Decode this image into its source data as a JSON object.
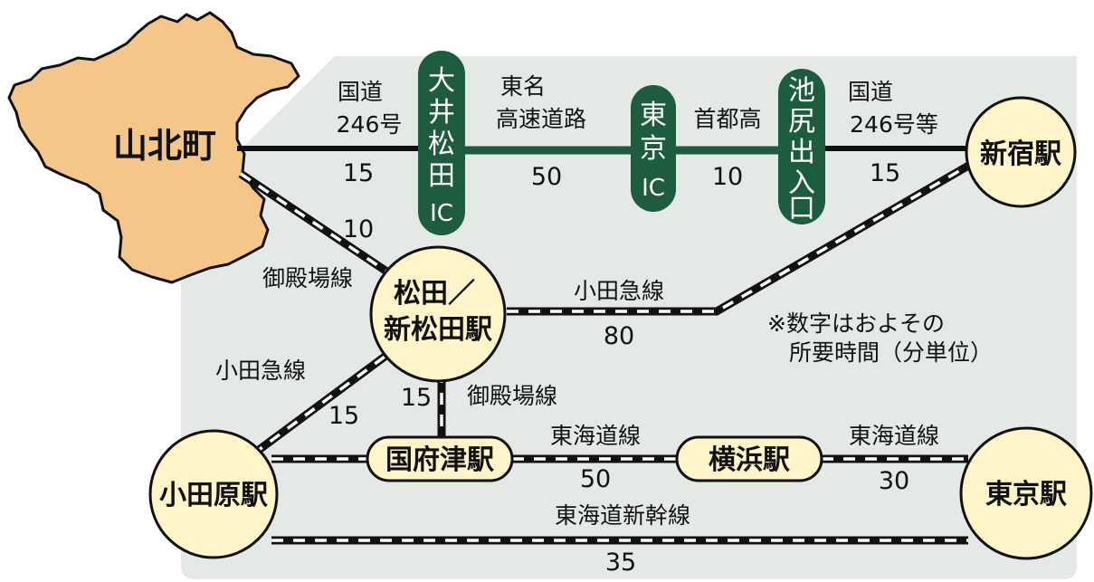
{
  "colors": {
    "background_panel": "#e4e9e6",
    "town_fill": "#f5c68a",
    "station_fill": "#fff5c8",
    "ic_fill": "#1d5c3e",
    "line_dark": "#111111"
  },
  "town": {
    "name": "山北町"
  },
  "stations": {
    "shinjuku": "新宿駅",
    "matsuda_line1": "松田／",
    "matsuda_line2": "新松田駅",
    "odawara": "小田原駅",
    "kozu": "国府津駅",
    "yokohama": "横浜駅",
    "tokyo": "東京駅"
  },
  "interchanges": {
    "oi_matsuda": [
      "大",
      "井",
      "松",
      "田",
      "IC"
    ],
    "tokyo_ic": [
      "東",
      "京",
      "IC"
    ],
    "ikejiri": [
      "池",
      "尻",
      "出",
      "入",
      "口"
    ]
  },
  "road_labels": {
    "route246_a_line1": "国道",
    "route246_a_line2": "246号",
    "tomei_line1": "東名",
    "tomei_line2": "高速道路",
    "shuto": "首都高",
    "route246_b_line1": "国道",
    "route246_b_line2": "246号等"
  },
  "rail_labels": {
    "gotemba_upper": "御殿場線",
    "odakyu_upper": "小田急線",
    "odakyu_lower": "小田急線",
    "gotemba_lower": "御殿場線",
    "tokaido_1": "東海道線",
    "tokaido_2": "東海道線",
    "shinkansen": "東海道新幹線"
  },
  "times": {
    "t_yamakita_oi": "15",
    "t_tomei": "50",
    "t_shuto": "10",
    "t_ikejiri_shinjuku": "15",
    "t_yamakita_matsuda": "10",
    "t_odakyu_shinjuku": "80",
    "t_odakyu_odawara": "15",
    "t_gotemba_kozu": "15",
    "t_kozu_yokohama": "50",
    "t_yokohama_tokyo": "30",
    "t_shinkansen": "35"
  },
  "note": {
    "line1": "※数字はおよその",
    "line2": "所要時間（分単位）"
  }
}
